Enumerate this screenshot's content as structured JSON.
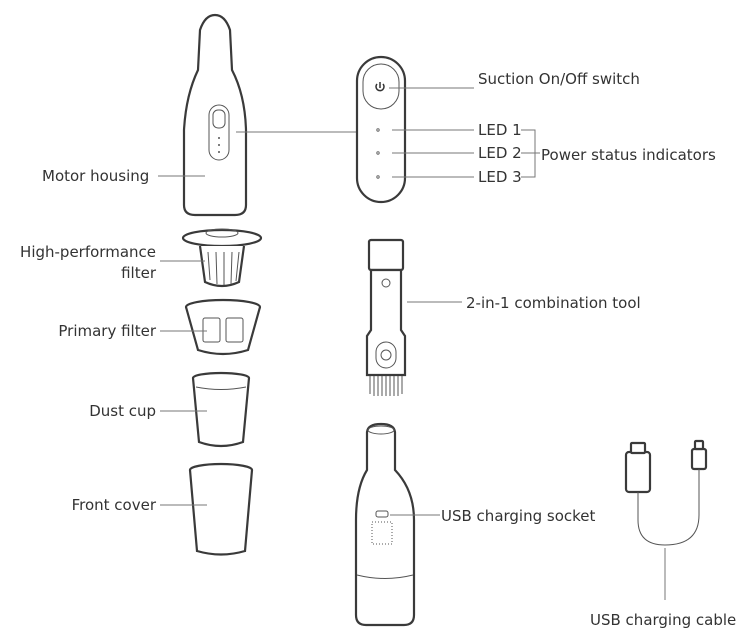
{
  "title": "Product overview diagram",
  "labels": {
    "motor_housing": "Motor housing",
    "hp_filter_line1": "High-performance",
    "hp_filter_line2": "filter",
    "primary_filter": "Primary filter",
    "dust_cup": "Dust cup",
    "front_cover": "Front cover",
    "suction_switch": "Suction On/Off switch",
    "led1": "LED 1",
    "led2": "LED 2",
    "led3": "LED 3",
    "power_status": "Power status indicators",
    "combination_tool": "2-in-1 combination tool",
    "usb_socket": "USB charging socket",
    "usb_cable": "USB charging cable"
  },
  "colors": {
    "line": "#3a3a3a",
    "text": "#333333"
  }
}
